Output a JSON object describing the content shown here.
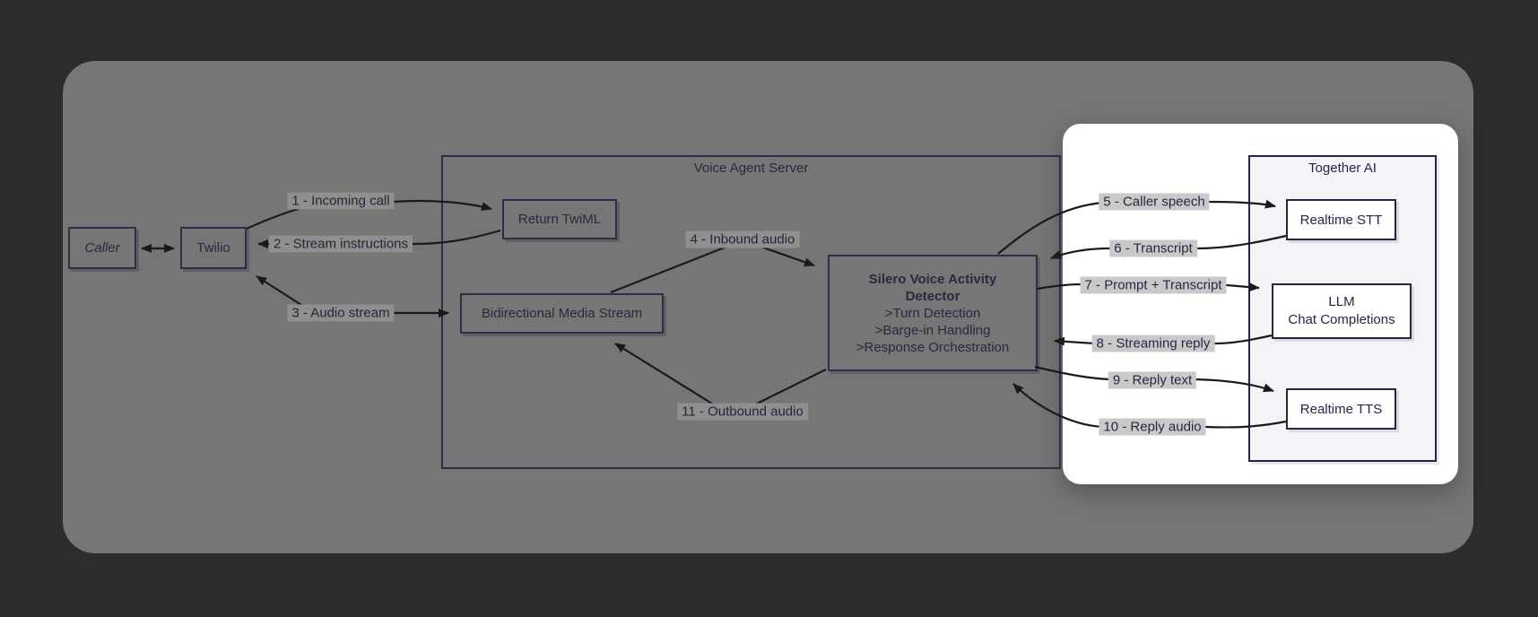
{
  "diagram": {
    "containers": {
      "vas": {
        "title": "Voice Agent Server"
      },
      "together": {
        "title": "Together AI"
      }
    },
    "nodes": {
      "caller": {
        "label": "Caller"
      },
      "twilio": {
        "label": "Twilio"
      },
      "return_twiml": {
        "label": "Return TwiML"
      },
      "bms": {
        "label": "Bidirectional Media Stream"
      },
      "silero": {
        "title": "Silero Voice Activity Detector",
        "items": [
          ">Turn Detection",
          ">Barge-in Handling",
          ">Response Orchestration"
        ]
      },
      "stt": {
        "label": "Realtime STT"
      },
      "llm": {
        "line1": "LLM",
        "line2": "Chat Completions"
      },
      "tts": {
        "label": "Realtime TTS"
      }
    },
    "edges": {
      "e1": {
        "label": "1 - Incoming call"
      },
      "e2": {
        "label": "2 - Stream instructions"
      },
      "e3": {
        "label": "3 - Audio stream"
      },
      "e4": {
        "label": "4 - Inbound audio"
      },
      "e5": {
        "label": "5 - Caller speech"
      },
      "e6": {
        "label": "6 - Transcript"
      },
      "e7": {
        "label": "7 - Prompt + Transcript"
      },
      "e8": {
        "label": "8 - Streaming reply"
      },
      "e9": {
        "label": "9 - Reply text"
      },
      "e10": {
        "label": "10 - Reply audio"
      },
      "e11": {
        "label": "11 - Outbound audio"
      }
    },
    "colors": {
      "page_background": "#2c2c2e",
      "dimmed_panel": "#767676",
      "highlight_panel": "#ffffff",
      "together_fill": "#f4f4f8",
      "node_border": "#232842",
      "text": "#232845",
      "edge_label_bg_dimmed": "#8f8f8f",
      "edge_label_bg_highlight": "#c9c9c9",
      "arrow": "#1a1a1c"
    }
  }
}
